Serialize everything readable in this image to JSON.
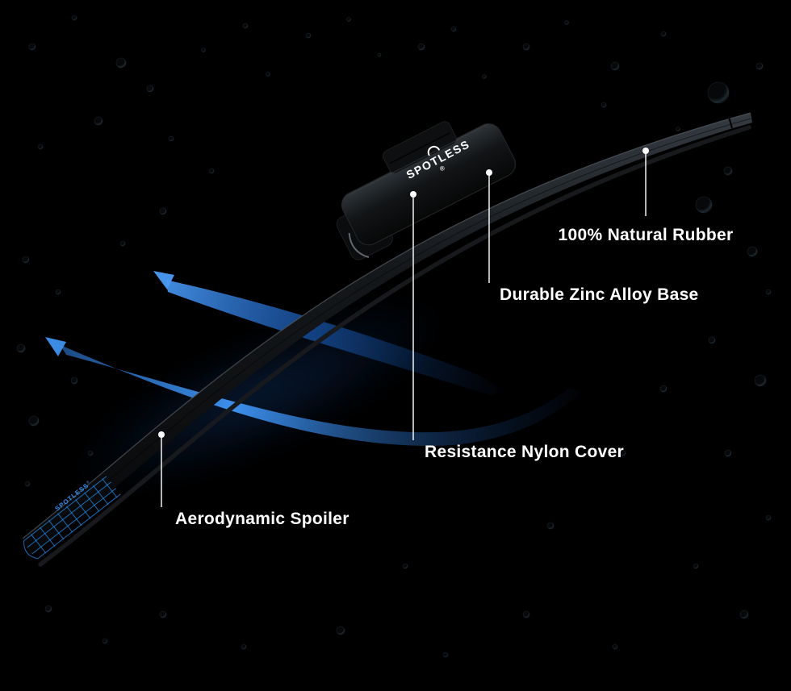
{
  "brand": {
    "name": "SPOTLESS",
    "registered": "®"
  },
  "callouts": [
    {
      "id": "natural-rubber",
      "label": "100% Natural Rubber"
    },
    {
      "id": "zinc-alloy-base",
      "label": "Durable Zinc Alloy Base"
    },
    {
      "id": "nylon-cover",
      "label": "Resistance Nylon Cover"
    },
    {
      "id": "aerodynamic-spoiler",
      "label": "Aerodynamic Spoiler"
    }
  ],
  "colors": {
    "background": "#000000",
    "accent_blue": "#2f8df2",
    "label_text": "#ffffff"
  }
}
